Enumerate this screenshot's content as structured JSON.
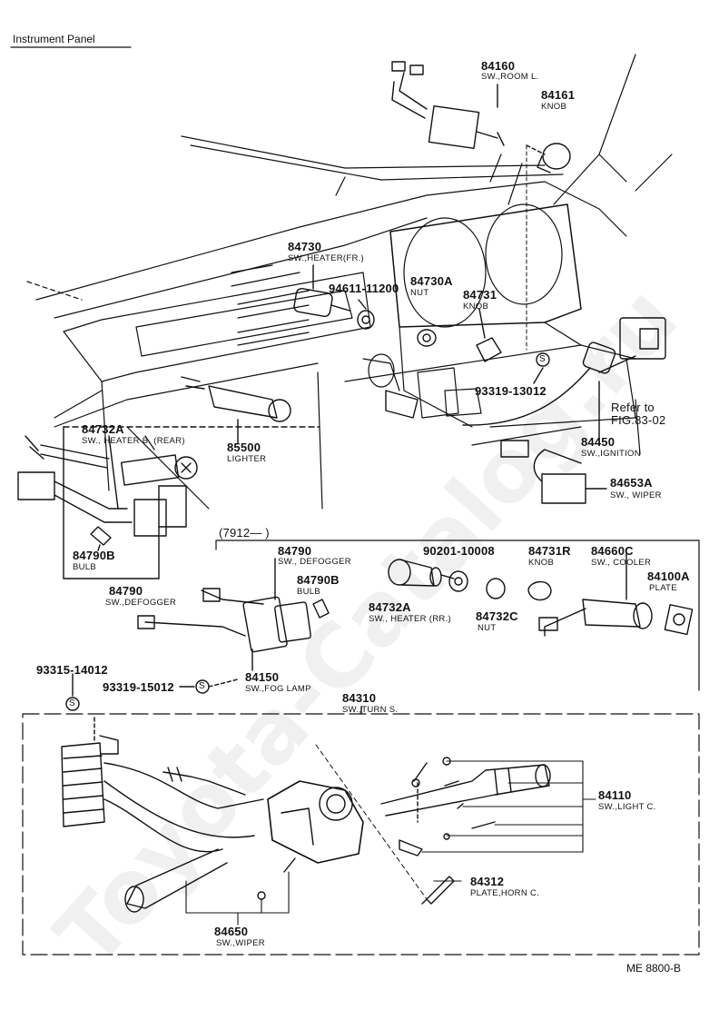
{
  "header": {
    "title": "Instrument Panel"
  },
  "footer": {
    "code": "ME  8800-B"
  },
  "watermark": "Toyota-Catalog.ru",
  "parts": {
    "p84160": {
      "num": "84160",
      "desc": "SW.,ROOM L."
    },
    "p84161": {
      "num": "84161",
      "desc": "KNOB"
    },
    "p84730": {
      "num": "84730",
      "desc": "SW.,HEATER(FR.)"
    },
    "p94611": {
      "num": "94611-11200",
      "desc": ""
    },
    "p84730A": {
      "num": "84730A",
      "desc": "NUT"
    },
    "p84731": {
      "num": "84731",
      "desc": "KNOB"
    },
    "p93319a": {
      "num": "93319-13012",
      "desc": ""
    },
    "pRefer": {
      "num": "Refer to",
      "desc": "FIG.83-02"
    },
    "p84732A": {
      "num": "84732A",
      "desc": "SW., HEATER B. (REAR)"
    },
    "p85500": {
      "num": "85500",
      "desc": "LIGHTER"
    },
    "p84450": {
      "num": "84450",
      "desc": "SW.,IGNITION"
    },
    "p84653A": {
      "num": "84653A",
      "desc": "SW., WIPER"
    },
    "p84790B1": {
      "num": "84790B",
      "desc": "BULB"
    },
    "p84790a": {
      "num": "84790",
      "desc": "SW.,DEFOGGER"
    },
    "p7912": {
      "num": "(7912—       )",
      "desc": ""
    },
    "p84790b": {
      "num": "84790",
      "desc": "SW., DEFOGGER"
    },
    "p84790B2": {
      "num": "84790B",
      "desc": "BULB"
    },
    "p90201": {
      "num": "90201-10008",
      "desc": ""
    },
    "p84731R": {
      "num": "84731R",
      "desc": "KNOB"
    },
    "p84660C": {
      "num": "84660C",
      "desc": "SW., COOLER"
    },
    "p84100A": {
      "num": "84100A",
      "desc": "PLATE"
    },
    "p84732A2": {
      "num": "84732A",
      "desc": "SW., HEATER (RR.)"
    },
    "p84732C": {
      "num": "84732C",
      "desc": "NUT"
    },
    "p84150": {
      "num": "84150",
      "desc": "SW.,FOG LAMP"
    },
    "p93315": {
      "num": "93315-14012",
      "desc": ""
    },
    "p93319b": {
      "num": "93319-15012",
      "desc": ""
    },
    "p84310": {
      "num": "84310",
      "desc": "SW.,TURN S."
    },
    "p84110": {
      "num": "84110",
      "desc": "SW.,LIGHT C."
    },
    "p84312": {
      "num": "84312",
      "desc": "PLATE,HORN C."
    },
    "p84650": {
      "num": "84650",
      "desc": "SW.,WIPER"
    }
  },
  "symbols": {
    "screw_mark": "S"
  }
}
